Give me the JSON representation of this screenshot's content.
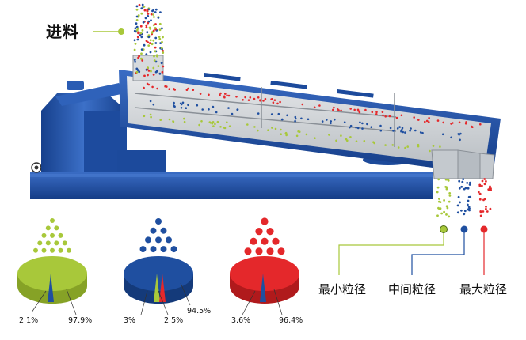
{
  "labels": {
    "feed": "进料",
    "smallest": "最小粒径",
    "medium": "中间粒径",
    "largest": "最大粒径"
  },
  "colors": {
    "machine_blue": "#1e4fa3",
    "machine_dark": "#123a80",
    "fine_green": "#a8c83a",
    "medium_blue": "#1f4fa0",
    "coarse_red": "#e4282b",
    "screen_gray": "#c8ccd0"
  },
  "pies": [
    {
      "name": "smallest",
      "main": "97.9%",
      "minor": [
        "2.1%"
      ],
      "color": "#a8c83a",
      "shade": "#86a226"
    },
    {
      "name": "medium",
      "main": "94.5%",
      "minor": [
        "3%",
        "2.5%"
      ],
      "color": "#1f4fa0",
      "shade": "#143a7a"
    },
    {
      "name": "largest",
      "main": "96.4%",
      "minor": [
        "3.6%"
      ],
      "color": "#e4282b",
      "shade": "#b01a1c"
    }
  ]
}
